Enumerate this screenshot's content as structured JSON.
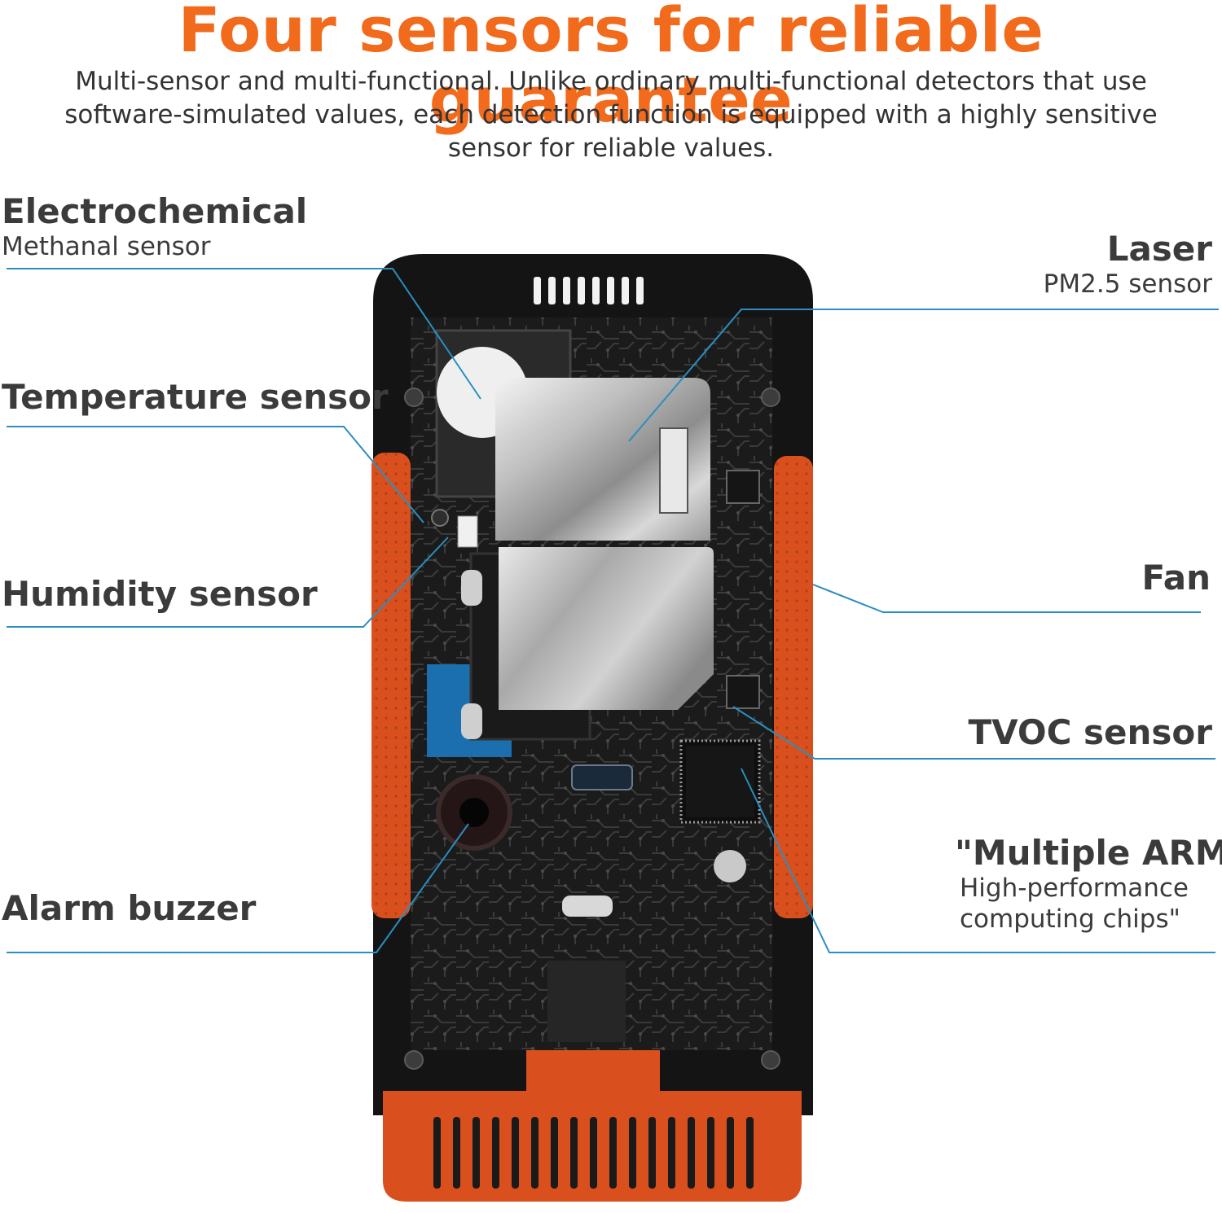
{
  "header": {
    "title": "Four sensors for reliable guarantee",
    "description": "Multi-sensor and multi-functional. Unlike ordinary multi-functional detectors that use software-simulated values, each detection function is equipped with a highly sensitive sensor for reliable values."
  },
  "callouts": {
    "electrochemical": {
      "title": "Electrochemical",
      "subtitle": "Methanal sensor"
    },
    "temperature": {
      "title": "Temperature sensor"
    },
    "humidity": {
      "title": "Humidity sensor"
    },
    "alarm": {
      "title": "Alarm buzzer"
    },
    "laser": {
      "title": "Laser",
      "subtitle": "PM2.5 sensor"
    },
    "fan": {
      "title": "Fan"
    },
    "tvoc": {
      "title": "TVOC sensor"
    },
    "arm": {
      "title": "\"Multiple ARM",
      "subtitle_1": "High-performance",
      "subtitle_2": "computing chips\""
    }
  },
  "colors": {
    "accent": "#f26a1b",
    "leader_line": "#2a8fc0",
    "device_orange": "#d9501e",
    "device_black": "#141414",
    "pcb": "#1c1c1c"
  }
}
